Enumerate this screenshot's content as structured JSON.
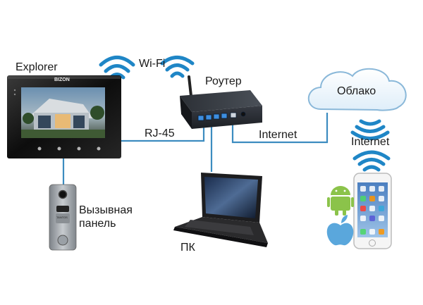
{
  "labels": {
    "explorer": "Explorer",
    "wifi": "Wi-Fi",
    "router": "Роутер",
    "cloud": "Облако",
    "rj45": "RJ-45",
    "internet_router": "Internet",
    "internet_phone": "Internet",
    "call_panel_line1": "Вызывная",
    "call_panel_line2": "панель",
    "pc": "ПК"
  },
  "monitor": {
    "brand": "BIZON",
    "buttons": [
      "person-icon",
      "phone-icon",
      "key-icon",
      "hangup-icon"
    ]
  },
  "call_panel": {
    "brand": "TANTOS"
  },
  "colors": {
    "cable": "#3c8cc0",
    "wifi": "#1f86c6",
    "cloud_border": "#8ab8d9",
    "android": "#8bc34a",
    "apple": "#5aa7dc"
  }
}
